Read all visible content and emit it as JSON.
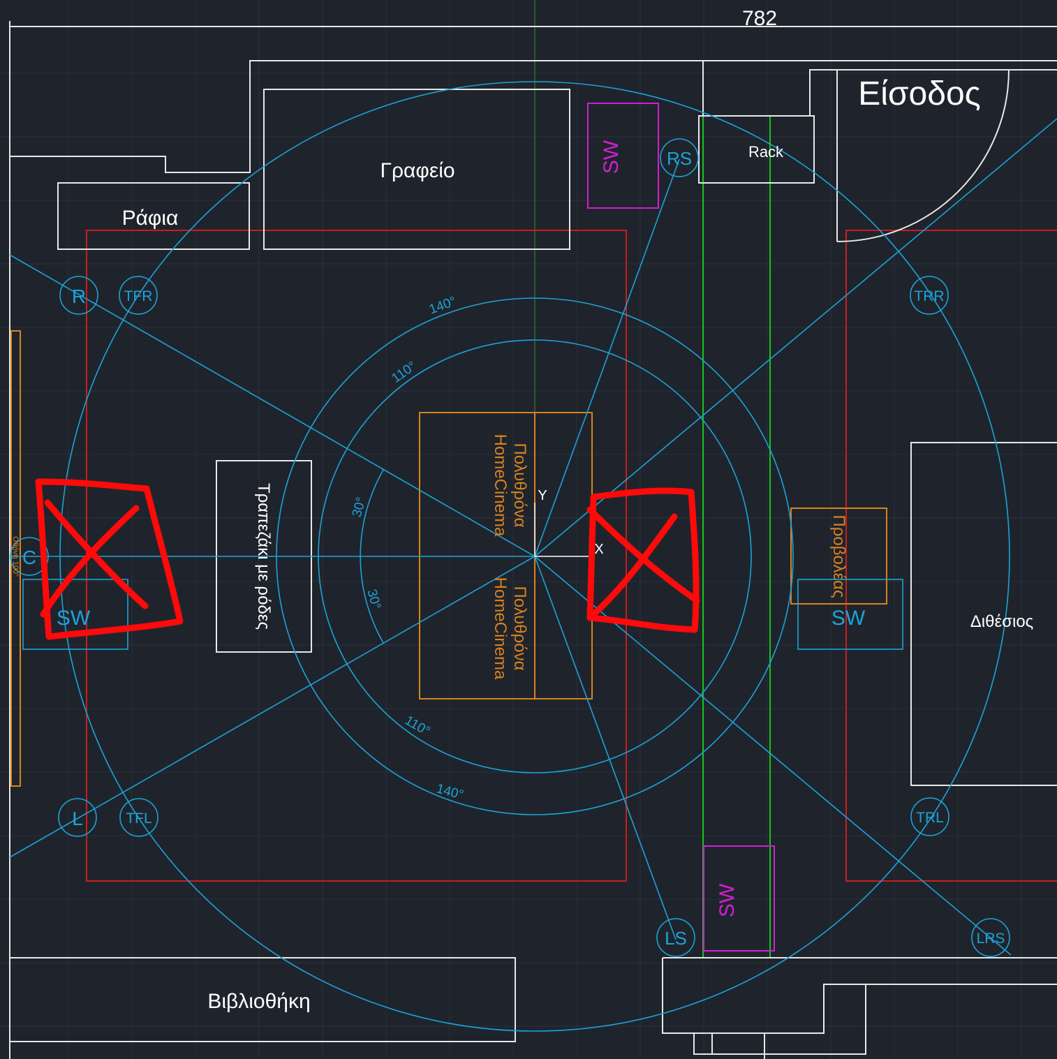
{
  "dimension": {
    "value": "782"
  },
  "rooms": {
    "entrance": "Είσοδος",
    "office": "Γραφείο",
    "shelves": "Ράφια",
    "library": "Βιβλιοθήκη",
    "rack": "Rack",
    "available": "Διθέσιος",
    "coffee_table": "Τραπεζάκι με ρόδες",
    "projector": "Προβολέας",
    "screen": "Οθόνη 100\"",
    "seat_top_line1": "Πολυθρόνα",
    "seat_top_line2": "HomeCinema",
    "seat_bottom_line1": "Πολυθρόνα",
    "seat_bottom_line2": "HomeCinema"
  },
  "speakers": {
    "R": "R",
    "TFR": "TFR",
    "C": "C",
    "L": "L",
    "TFL": "TFL",
    "RS": "RS",
    "LS": "LS",
    "TRR": "TRR",
    "TRL": "TRL",
    "LRS": "LRS"
  },
  "subwoofers": {
    "sw_top": "SW",
    "sw_bottom": "SW",
    "sw_left": "SW",
    "sw_right": "SW"
  },
  "angles": {
    "a140_top": "140°",
    "a110_top": "110°",
    "a30_top": "30°",
    "a30_bottom": "30°",
    "a110_bottom": "110°",
    "a140_bottom": "140°"
  },
  "axes": {
    "y": "Y",
    "x": "X"
  },
  "colors": {
    "background": "#1f242c",
    "walls": "#ffffff",
    "speaker_cyan": "#1ca3d8",
    "furniture_orange": "#d9821f",
    "subwoofer_magenta": "#d21fd2",
    "zone_red": "#c81e1e",
    "green_guide": "#19c319",
    "markup_red": "#ff0a0a"
  }
}
